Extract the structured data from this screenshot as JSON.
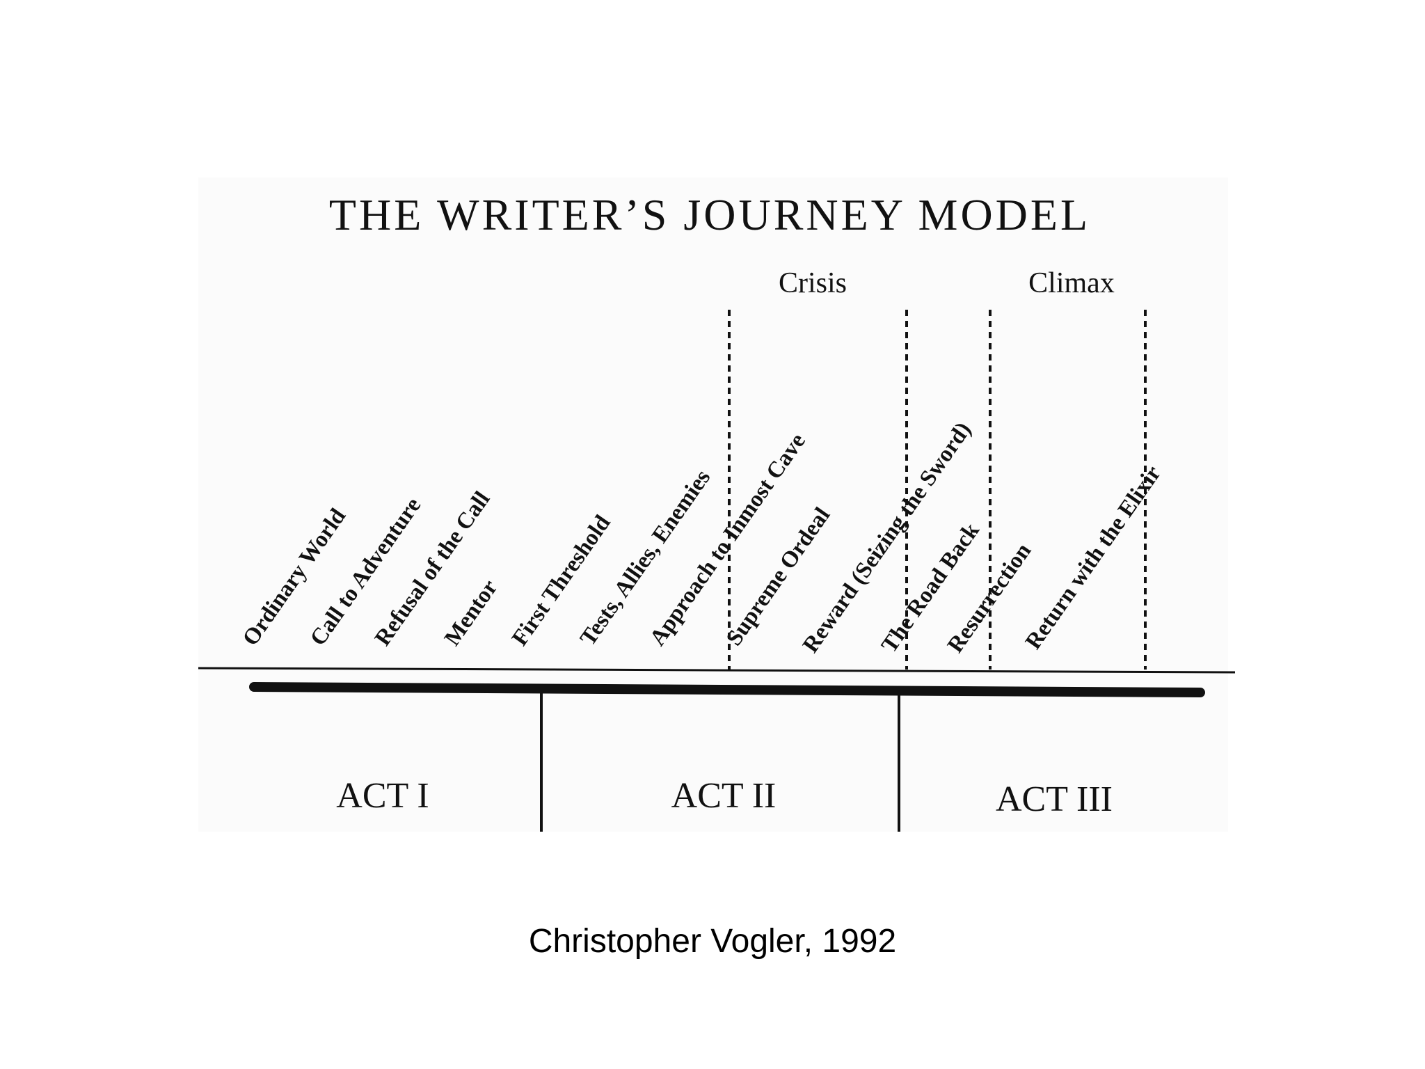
{
  "diagram": {
    "title": "THE WRITER’S JOURNEY MODEL",
    "zones": [
      {
        "label": "Crisis"
      },
      {
        "label": "Climax"
      }
    ],
    "stages": [
      "Ordinary World",
      "Call to Adventure",
      "Refusal of the Call",
      "Mentor",
      "First Threshold",
      "Tests, Allies, Enemies",
      "Approach to Inmost Cave",
      "Supreme Ordeal",
      "Reward (Seizing the Sword)",
      "The Road Back",
      "Resurrection",
      "Return with the Elixir"
    ],
    "acts": [
      "ACT I",
      "ACT II",
      "ACT III"
    ]
  },
  "caption": "Christopher Vogler, 1992"
}
